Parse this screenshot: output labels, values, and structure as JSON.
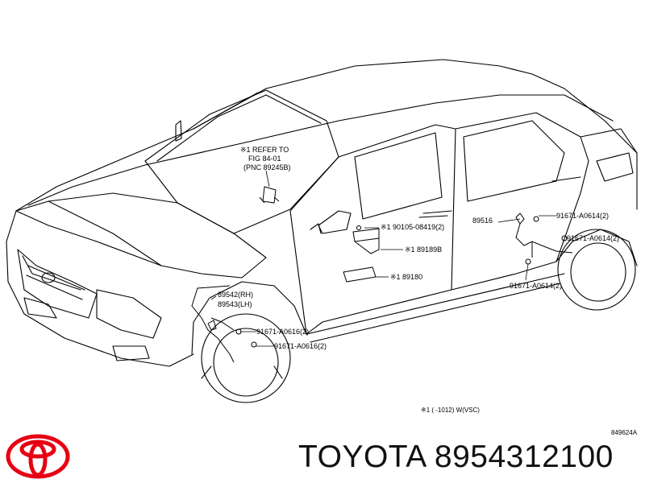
{
  "callouts": {
    "refer_line1": "※1 REFER TO",
    "refer_line2": "FIG 84-01",
    "refer_line3": "(PNC 89245B)",
    "p89516": "89516",
    "p91671_a0614_top": "91671-A0614(2)",
    "p91671_a0614_mid": "91671-A0614(2)",
    "p91671_a0614_low": "91671-A0614(2)",
    "p90105": "※1 90105-08419(2)",
    "p89189b": "※1 89189B",
    "p89180": "※1 89180",
    "p89542": "89542(RH)",
    "p89543": "89543(LH)",
    "p91671_a0616_a": "91671-A0616(2)",
    "p91671_a0616_b": "91671-A0616(2)",
    "footnote": "※1 (     -1012) W(VSC)",
    "drawing_code": "849624A"
  },
  "brand": {
    "text": "TOYOTA 8954312100",
    "logo_icon": "toyota-logo",
    "logo_color": "#e60012"
  }
}
